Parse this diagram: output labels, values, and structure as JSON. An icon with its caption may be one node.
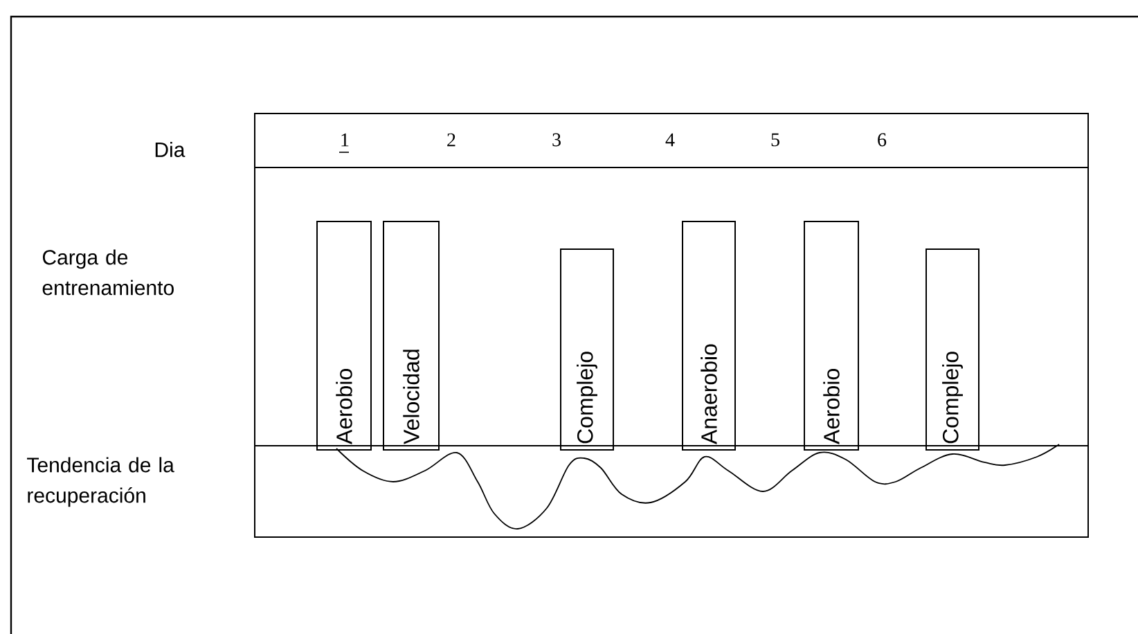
{
  "diagram": {
    "nodes": [
      {
        "text": [
          "Aerobio"
        ]
      },
      {
        "text": [
          "Velocidad"
        ]
      },
      {
        "text": [
          "Complejo"
        ]
      },
      {
        "text": [
          "Anaerobio"
        ]
      },
      {
        "text": [
          "Aerobio"
        ]
      },
      {
        "text": [
          "Complejo"
        ]
      }
    ],
    "edges": [],
    "labels": [
      "Dia",
      "1",
      "2",
      "3",
      "4",
      "5",
      "6",
      "Carga de entrenamiento",
      "Tendencia de la recuperación"
    ]
  }
}
